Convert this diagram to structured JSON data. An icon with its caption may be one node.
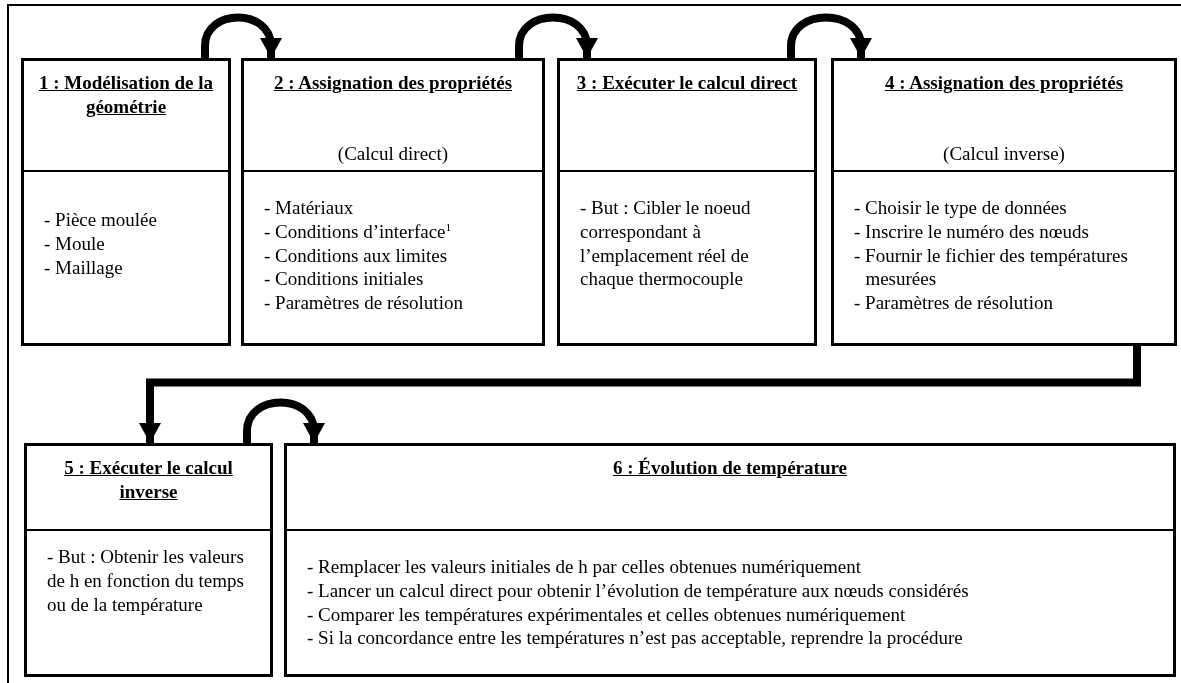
{
  "diagram": {
    "nodes": [
      {
        "text": [
          "1 : Modélisation de la géométrie",
          "- Pièce moulée",
          "- Moule",
          "- Maillage"
        ]
      },
      {
        "text": [
          "2 : Assignation des propriétés",
          "(Calcul direct)",
          "- Matériaux",
          "- Conditions d’interface$^{1}$",
          "- Conditions aux limites",
          "- Conditions initiales",
          "- Paramètres de résolution"
        ]
      },
      {
        "text": [
          "3 : Exécuter le calcul direct",
          "- But : Cibler le noeud correspondant à l’emplacement réel de chaque thermocouple"
        ]
      },
      {
        "text": [
          "4 : Assignation des propriétés",
          "(Calcul inverse)",
          "- Choisir le type de données",
          "- Inscrire le numéro des nœuds",
          "- Fournir le fichier des températures mesurées",
          "- Paramètres de résolution"
        ]
      },
      {
        "text": [
          "5 : Exécuter le calcul inverse",
          "- But : Obtenir les valeurs de h en fonction du temps ou de la température"
        ]
      },
      {
        "text": [
          "6 : Évolution de température",
          "- Remplacer les valeurs initiales de h par celles obtenues numériquement",
          "- Lancer un calcul direct pour obtenir l’évolution de température aux nœuds considérés",
          "- Comparer les températures expérimentales et celles obtenues numériquement",
          "- Si la concordance entre les températures n’est pas acceptable, reprendre la procédure"
        ]
      }
    ],
    "edges": [
      {
        "from": 0,
        "to": 1,
        "arrow": "to"
      },
      {
        "from": 1,
        "to": 2,
        "arrow": "to"
      },
      {
        "from": 2,
        "to": 3,
        "arrow": "to"
      },
      {
        "from": 3,
        "to": 4,
        "arrow": "to"
      },
      {
        "from": 4,
        "to": 5,
        "arrow": "to"
      }
    ]
  }
}
